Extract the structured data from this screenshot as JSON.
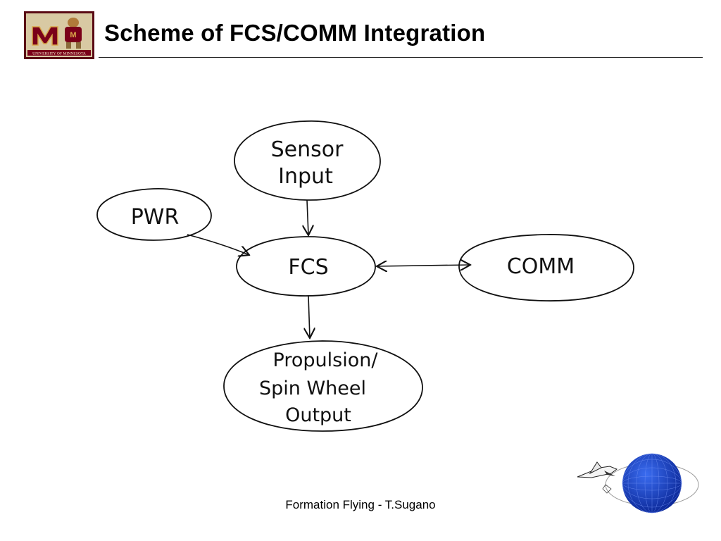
{
  "slide": {
    "title": "Scheme of FCS/COMM Integration",
    "footer": "Formation Flying - T.Sugano",
    "logo": {
      "name": "University of Minnesota logo",
      "lettering": "UNIVERSITY OF MINNESOTA",
      "colors": {
        "maroon": "#7a0019",
        "gold": "#d9a84a",
        "frame": "#5a0a14"
      }
    },
    "decoration": {
      "icon": "space-shuttle-and-globe",
      "globe_color": "#1540c8"
    }
  },
  "diagram": {
    "nodes": [
      {
        "id": "sensor",
        "lines": [
          "Sensor",
          "Input"
        ]
      },
      {
        "id": "pwr",
        "lines": [
          "PWR"
        ]
      },
      {
        "id": "fcs",
        "lines": [
          "FCS"
        ]
      },
      {
        "id": "comm",
        "lines": [
          "COMM"
        ]
      },
      {
        "id": "output",
        "lines": [
          "Propulsion/",
          "Spin Wheel",
          "Output"
        ]
      }
    ],
    "edges": [
      {
        "from": "sensor",
        "to": "fcs",
        "direction": "one-way"
      },
      {
        "from": "pwr",
        "to": "fcs",
        "direction": "one-way"
      },
      {
        "from": "fcs",
        "to": "comm",
        "direction": "two-way"
      },
      {
        "from": "fcs",
        "to": "output",
        "direction": "one-way"
      }
    ]
  }
}
